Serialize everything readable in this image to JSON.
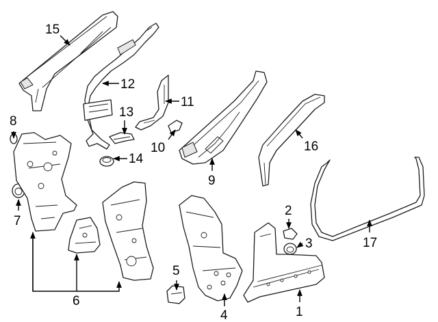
{
  "callouts": {
    "c1": "1",
    "c2": "2",
    "c3": "3",
    "c4": "4",
    "c5": "5",
    "c6": "6",
    "c7": "7",
    "c8": "8",
    "c9": "9",
    "c10": "10",
    "c11": "11",
    "c12": "12",
    "c13": "13",
    "c14": "14",
    "c15": "15",
    "c16": "16",
    "c17": "17"
  },
  "colors": {
    "line": "#1a1a1a",
    "background": "#ffffff",
    "shade": "#e6e6e6"
  }
}
